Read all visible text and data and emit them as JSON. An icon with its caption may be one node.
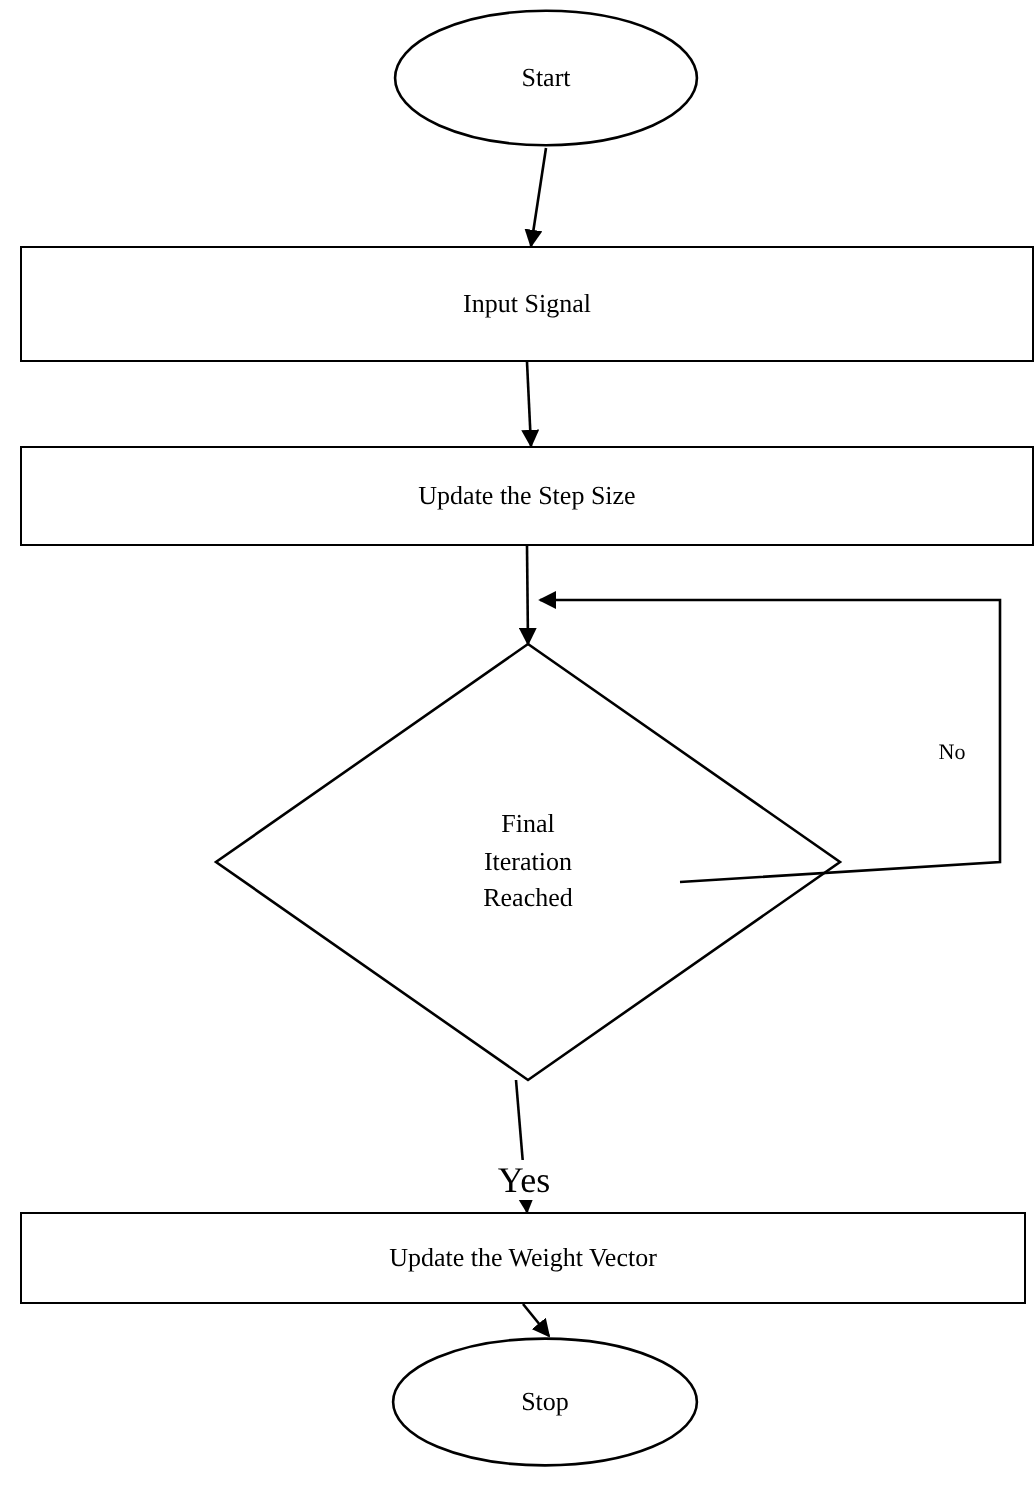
{
  "diagram": {
    "nodes": [
      {
        "text": [
          "Start"
        ]
      },
      {
        "text": [
          "Input Signal"
        ]
      },
      {
        "text": [
          "Update the Step Size"
        ]
      },
      {
        "text": [
          "Final Iteration Reached"
        ]
      },
      {
        "text": [
          "Update the Weight Vector"
        ]
      },
      {
        "text": [
          "Stop"
        ]
      }
    ],
    "edges": [
      {
        "from": 0,
        "to": 1,
        "arrow": "to"
      },
      {
        "from": 1,
        "to": 2,
        "arrow": "to"
      },
      {
        "from": 2,
        "to": 3,
        "arrow": "to"
      },
      {
        "from": 3,
        "to": 3,
        "arrow": "to",
        "label": "No"
      },
      {
        "from": 3,
        "to": 4,
        "arrow": "to",
        "label": "Yes"
      },
      {
        "from": 4,
        "to": 5,
        "arrow": "to"
      }
    ]
  }
}
